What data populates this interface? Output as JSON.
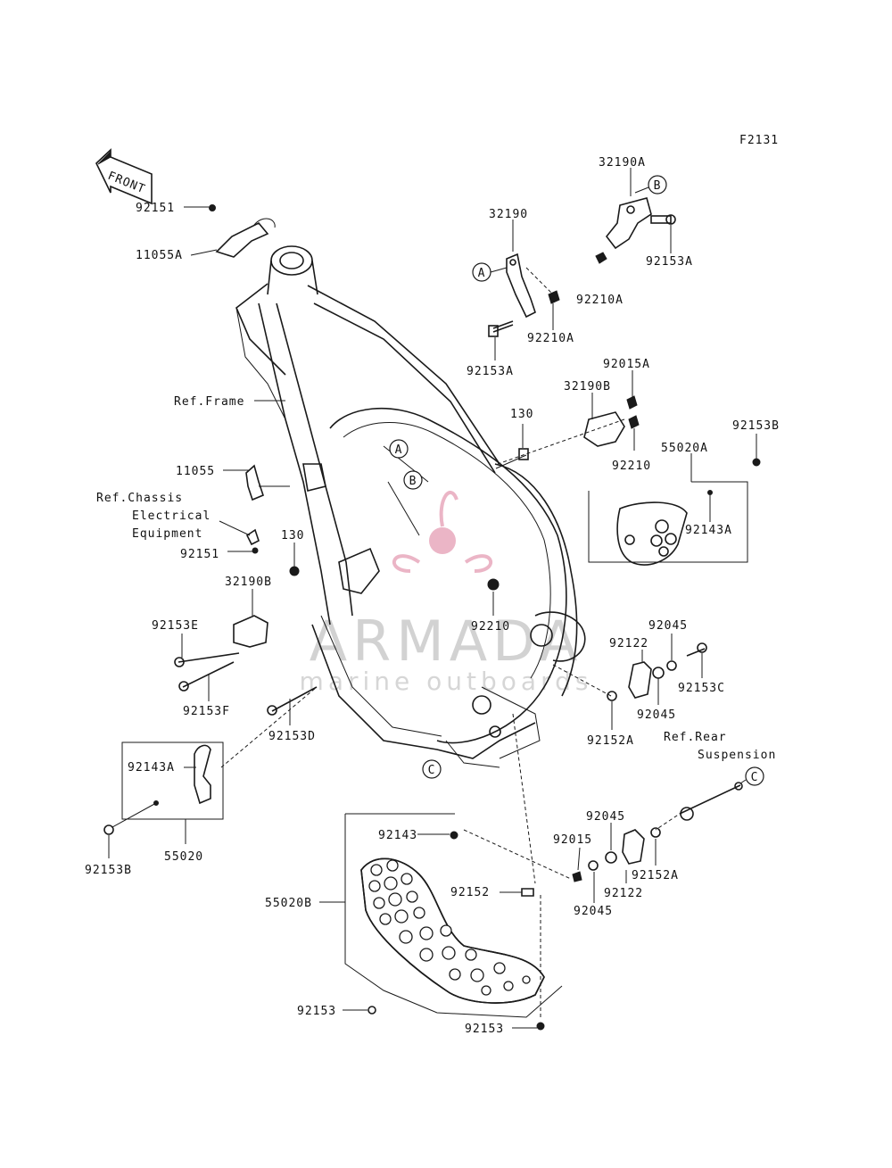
{
  "figure_code": "F2131",
  "front_label": "FRONT",
  "callouts": {
    "a": "A",
    "b": "B",
    "c": "C"
  },
  "labels": {
    "p32190A": "32190A",
    "p32190": "32190",
    "p92153A_top": "92153A",
    "p92210A_1": "92210A",
    "p92210A_2": "92210A",
    "p92153A_mid": "92153A",
    "p92151_top": "92151",
    "p11055A": "11055A",
    "ref_frame": "Ref.Frame",
    "p92015A": "92015A",
    "p32190B_right": "32190B",
    "p130_top": "130",
    "p92210_right": "92210",
    "p92153B_right": "92153B",
    "p55020A": "55020A",
    "p92143A_right": "92143A",
    "p11055": "11055",
    "ref_chassis_1": "Ref.Chassis",
    "ref_chassis_2": "Electrical",
    "ref_chassis_3": "Equipment",
    "p92151_left": "92151",
    "p130_left": "130",
    "p32190B_left": "32190B",
    "p92210_center": "92210",
    "p92153E": "92153E",
    "p92045_top": "92045",
    "p92122_top": "92122",
    "p92153C": "92153C",
    "p92153F": "92153F",
    "p92045_mid": "92045",
    "p92153D": "92153D",
    "p92152A_top": "92152A",
    "ref_rear_1": "Ref.Rear",
    "ref_rear_2": "Suspension",
    "p92143A_left": "92143A",
    "p55020": "55020",
    "p92153B_left": "92153B",
    "p92143": "92143",
    "p92045_low": "92045",
    "p92015": "92015",
    "p92152A_low": "92152A",
    "p92152": "92152",
    "p92122_low": "92122",
    "p55020B": "55020B",
    "p92045_bottom": "92045",
    "p92153_left": "92153",
    "p92153_bottom": "92153"
  },
  "watermark": {
    "brand": "ARMADA",
    "tagline": "marine outboards",
    "color": "#e8a9bd"
  }
}
